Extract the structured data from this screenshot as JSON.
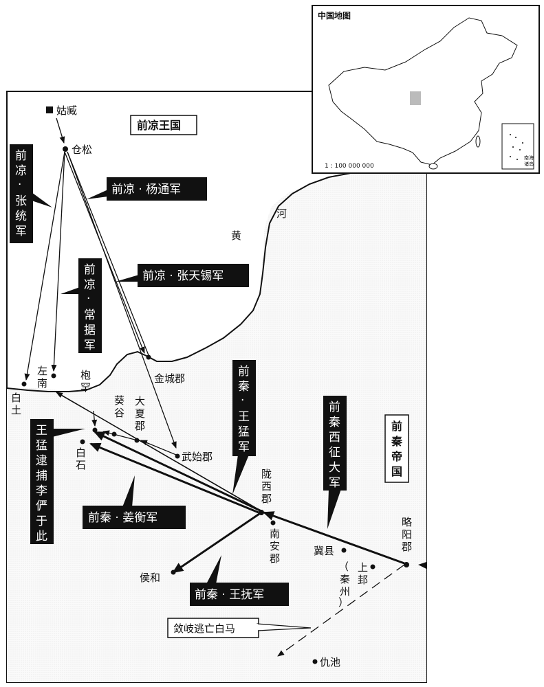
{
  "inset": {
    "title": "中国地图",
    "scale": "1 : 100 000 000",
    "scs_label_1": "南海",
    "scs_label_2": "诸岛"
  },
  "top_labels": {
    "guzang": "姑臧",
    "qianliang_kingdom": "前凉王国",
    "qianqin_empire": [
      "前",
      "秦",
      "帝",
      "国"
    ]
  },
  "river": [
    "黄",
    "河"
  ],
  "places": {
    "cangsong": "仓松",
    "jinchengjun": "金城郡",
    "baitu": [
      "白",
      "土"
    ],
    "zuonan": [
      "左",
      "南"
    ],
    "paohan": [
      "枹",
      "罕"
    ],
    "kuigu": [
      "葵",
      "谷"
    ],
    "daxiajun": [
      "大",
      "夏",
      "郡"
    ],
    "wushijun": "武始郡",
    "baishi": [
      "白",
      "石"
    ],
    "longxijun": [
      "陇",
      "西",
      "郡"
    ],
    "nananjun": [
      "南",
      "安",
      "郡"
    ],
    "jixian": "冀县",
    "shanggui": [
      "上",
      "邽"
    ],
    "qinzhou": [
      "（",
      "秦",
      "州",
      "）"
    ],
    "lueyangjun": [
      "略",
      "阳",
      "郡"
    ],
    "houhe": "侯和",
    "chouchi": "仇池"
  },
  "armies": {
    "zhangtong": [
      "前",
      "凉",
      "·",
      "张",
      "统",
      "军"
    ],
    "yangtong": "前凉 · 杨通军",
    "changju": [
      "前",
      "凉",
      "·",
      "常",
      "据",
      "军"
    ],
    "zhangtianxi": "前凉 · 张天锡军",
    "wangmeng": [
      "前",
      "秦",
      "·",
      "王",
      "猛",
      "军"
    ],
    "xizheng": [
      "前",
      "秦",
      "西",
      "征",
      "大",
      "军"
    ],
    "capture": [
      "王",
      "猛",
      "逮",
      "捕",
      "李",
      "俨",
      "于",
      "此"
    ],
    "jiangheng": "前秦 · 姜衡军",
    "wangfu": "前秦 · 王抚军",
    "flee": "敛岐逃亡白马"
  }
}
